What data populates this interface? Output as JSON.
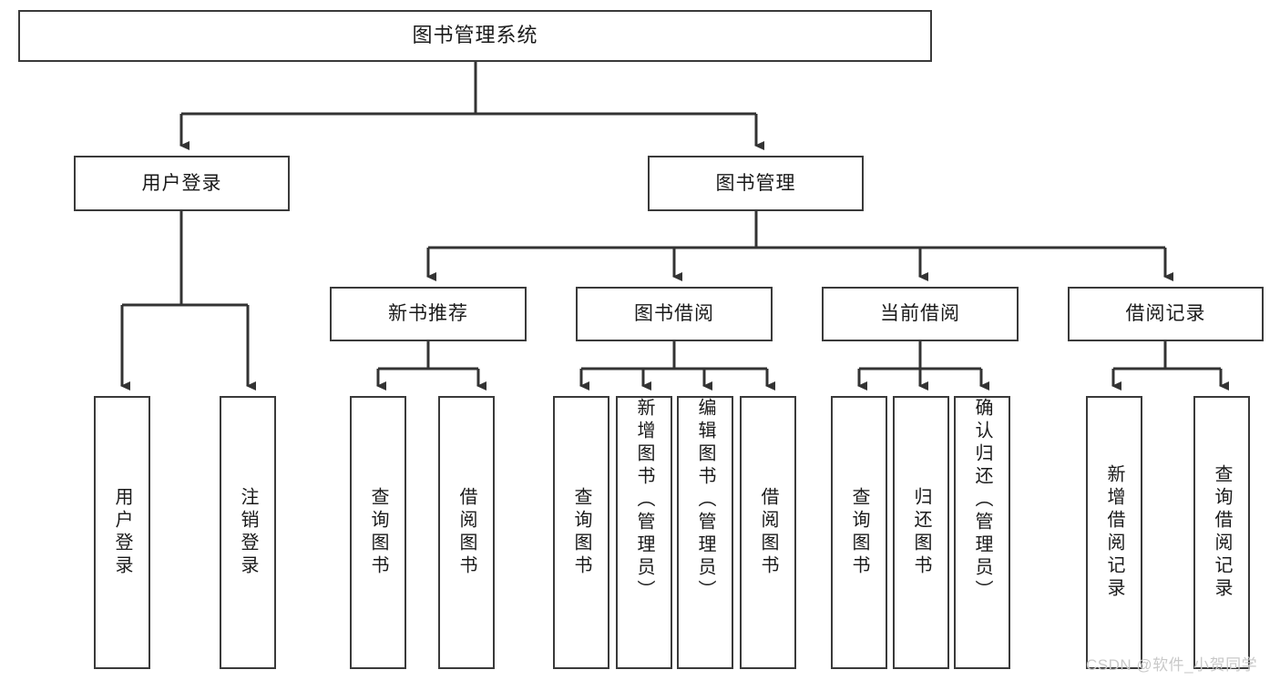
{
  "diagram": {
    "title": "图书管理系统",
    "type": "hierarchy-tree",
    "root": {
      "id": "root",
      "label": "图书管理系统"
    },
    "level2": [
      {
        "id": "user-login",
        "label": "用户登录"
      },
      {
        "id": "book-management",
        "label": "图书管理"
      }
    ],
    "level3": [
      {
        "id": "new-book-recommend",
        "label": "新书推荐"
      },
      {
        "id": "book-borrow",
        "label": "图书借阅"
      },
      {
        "id": "current-borrow",
        "label": "当前借阅"
      },
      {
        "id": "borrow-record",
        "label": "借阅记录"
      }
    ],
    "leaves": {
      "user_login": [
        {
          "id": "leaf-user-login",
          "label": "用户登录"
        },
        {
          "id": "leaf-logout-login",
          "label": "注销登录"
        }
      ],
      "new_book_recommend": [
        {
          "id": "leaf-query-book-1",
          "label": "查询图书"
        },
        {
          "id": "leaf-borrow-book-1",
          "label": "借阅图书"
        }
      ],
      "book_borrow": [
        {
          "id": "leaf-query-book-2",
          "label": "查询图书"
        },
        {
          "id": "leaf-add-book-admin",
          "label": "新增图书（管理员）"
        },
        {
          "id": "leaf-edit-book-admin",
          "label": "编辑图书（管理员）"
        },
        {
          "id": "leaf-borrow-book-2",
          "label": "借阅图书"
        }
      ],
      "current_borrow": [
        {
          "id": "leaf-query-book-3",
          "label": "查询图书"
        },
        {
          "id": "leaf-return-book",
          "label": "归还图书"
        },
        {
          "id": "leaf-confirm-return-admin",
          "label": "确认归还（管理员）"
        }
      ],
      "borrow_record": [
        {
          "id": "leaf-add-borrow-record",
          "label": "新增借阅记录"
        },
        {
          "id": "leaf-query-borrow-record",
          "label": "查询借阅记录"
        }
      ]
    }
  },
  "watermark": {
    "text": "CSDN @软件_小贺同学"
  },
  "colors": {
    "box_border": "#3a3a3a",
    "connector": "#333333",
    "background": "#ffffff",
    "text": "#1a1a1a",
    "watermark": "#c9c9c9"
  }
}
